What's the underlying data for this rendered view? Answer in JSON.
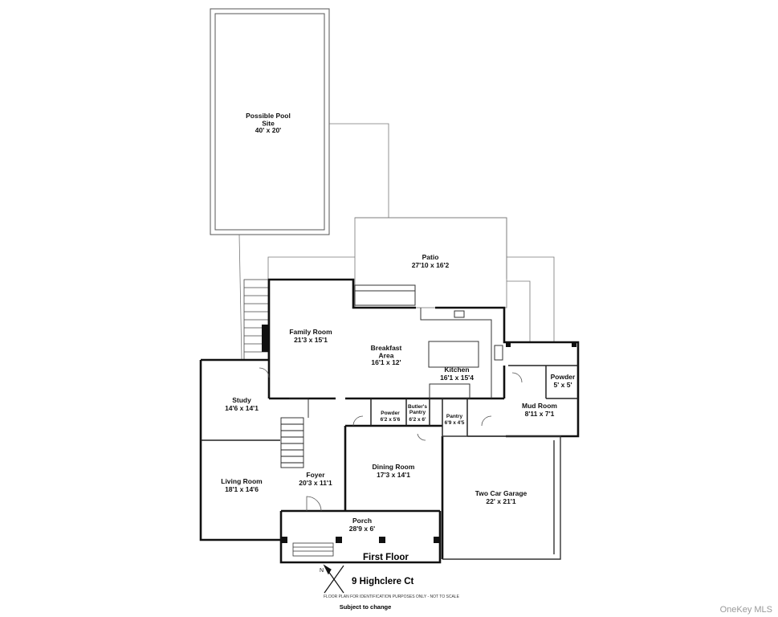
{
  "plan": {
    "rooms": [
      {
        "name": "Possible Pool\nSite",
        "dims": "40' x 20'"
      },
      {
        "name": "Patio",
        "dims": "27'10 x 16'2"
      },
      {
        "name": "Family Room",
        "dims": "21'3 x 15'1"
      },
      {
        "name": "Breakfast\nArea",
        "dims": "16'1 x 12'"
      },
      {
        "name": "Kitchen",
        "dims": "16'1 x 15'4"
      },
      {
        "name": "Powder",
        "dims": "5' x 5'"
      },
      {
        "name": "Mud Room",
        "dims": "8'11 x 7'1"
      },
      {
        "name": "Study",
        "dims": "14'6 x 14'1"
      },
      {
        "name": "Powder",
        "dims": "6'2 x 5'6"
      },
      {
        "name": "Butler's\nPantry",
        "dims": "6'2 x 6'"
      },
      {
        "name": "Pantry",
        "dims": "6'9 x 4'5"
      },
      {
        "name": "Living Room",
        "dims": "18'1 x 14'6"
      },
      {
        "name": "Foyer",
        "dims": "20'3 x 11'1"
      },
      {
        "name": "Dining Room",
        "dims": "17'3 x 14'1"
      },
      {
        "name": "Two Car Garage",
        "dims": "22' x 21'1"
      },
      {
        "name": "Porch",
        "dims": "28'9 x 6'"
      }
    ],
    "floor_label": "First Floor",
    "address": "9 Highclere Ct",
    "disclaimer": "FLOOR PLAN FOR IDENTIFICATION PURPOSES ONLY - NOT TO SCALE",
    "subtitle": "Subject to change",
    "watermark": "OneKey MLS"
  },
  "colors": {
    "wall": "#111111",
    "outline": "#666666"
  }
}
